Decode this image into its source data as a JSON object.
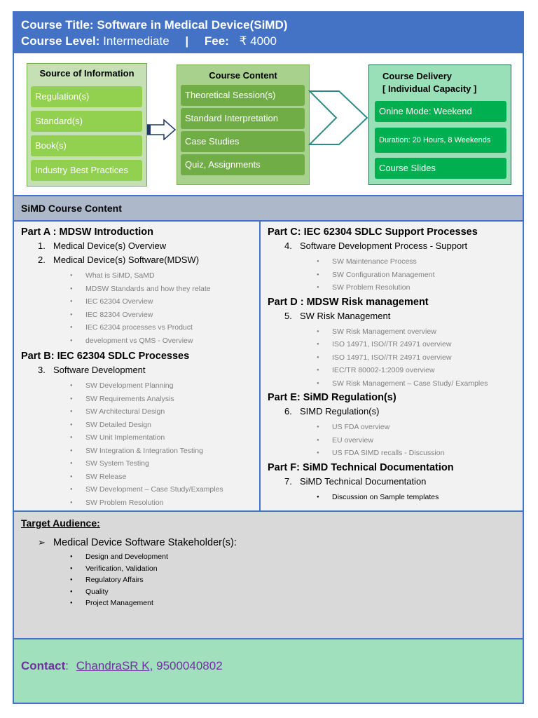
{
  "header": {
    "title_label": "Course Title:",
    "title_value": "Software in Medical Device(SiMD)",
    "level_label": "Course Level:",
    "level_value": "Intermediate",
    "separator": "|",
    "fee_label": "Fee:",
    "fee_value": "₹ 4000"
  },
  "diagram": {
    "source": {
      "title": "Source of Information",
      "items": [
        "Regulation(s)",
        "Standard(s)",
        "Book(s)",
        "Industry Best Practices"
      ]
    },
    "content": {
      "title": "Course Content",
      "items": [
        "Theoretical Session(s)",
        "Standard Interpretation",
        "Case Studies",
        "Quiz, Assignments"
      ]
    },
    "delivery": {
      "title": "Course Delivery",
      "subtitle": "[ Individual Capacity ]",
      "items": [
        "Onine Mode: Weekend",
        "Duration: 20 Hours, 8 Weekends",
        "Course Slides"
      ]
    }
  },
  "content_bar": "SiMD Course Content",
  "partA": {
    "title": "Part A : MDSW Introduction",
    "items": [
      {
        "num": "1.",
        "label": "Medical Device(s) Overview"
      },
      {
        "num": "2.",
        "label": "Medical Device(s) Software(MDSW)"
      }
    ],
    "subs": [
      "What is SiMD, SaMD",
      "MDSW Standards and how they relate",
      "IEC 62304 Overview",
      "IEC 82304 Overview",
      "IEC 62304  processes vs Product",
      "development vs QMS - Overview"
    ]
  },
  "partB": {
    "title": "Part B: IEC 62304 SDLC Processes",
    "items": [
      {
        "num": "3.",
        "label": "Software Development"
      }
    ],
    "subs": [
      "SW Development Planning",
      "SW Requirements Analysis",
      "SW Architectural Design",
      "SW Detailed Design",
      "SW Unit Implementation",
      "SW Integration & Integration Testing",
      "SW System Testing",
      "SW Release",
      "SW Development – Case Study/Examples",
      "SW Problem Resolution"
    ]
  },
  "partC": {
    "title": "Part C: IEC 62304 SDLC Support Processes",
    "items": [
      {
        "num": "4.",
        "label": "Software Development Process - Support"
      }
    ],
    "subs": [
      "SW Maintenance Process",
      "SW Configuration Management",
      "SW Problem Resolution"
    ]
  },
  "partD": {
    "title": "Part D : MDSW Risk management",
    "items": [
      {
        "num": "5.",
        "label": "SW Risk Management"
      }
    ],
    "subs": [
      "SW Risk Management overview",
      "ISO 14971, ISO//TR 24971 overview",
      "ISO 14971, ISO//TR 24971 overview",
      "IEC/TR 80002-1:2009 overview",
      "SW Risk Management – Case Study/ Examples"
    ]
  },
  "partE": {
    "title": "Part E: SiMD Regulation(s)",
    "items": [
      {
        "num": "6.",
        "label": "SIMD Regulation(s)"
      }
    ],
    "subs": [
      "US FDA overview",
      "EU overview",
      "US FDA SIMD recalls - Discussion"
    ]
  },
  "partF": {
    "title": "Part F: SiMD Technical Documentation",
    "items": [
      {
        "num": "7.",
        "label": "SiMD Technical Documentation"
      }
    ],
    "subs": [
      "Discussion on Sample templates"
    ]
  },
  "audience": {
    "title": "Target Audience:",
    "arrow": "➢",
    "main": "Medical Device Software Stakeholder(s):",
    "items": [
      "Design and Development",
      "Verification, Validation",
      "Regulatory Affairs",
      "Quality",
      "Project Management"
    ]
  },
  "contact": {
    "label": "Contact",
    "colon": ":",
    "name": "ChandraSR K,",
    "phone": "9500040802"
  }
}
